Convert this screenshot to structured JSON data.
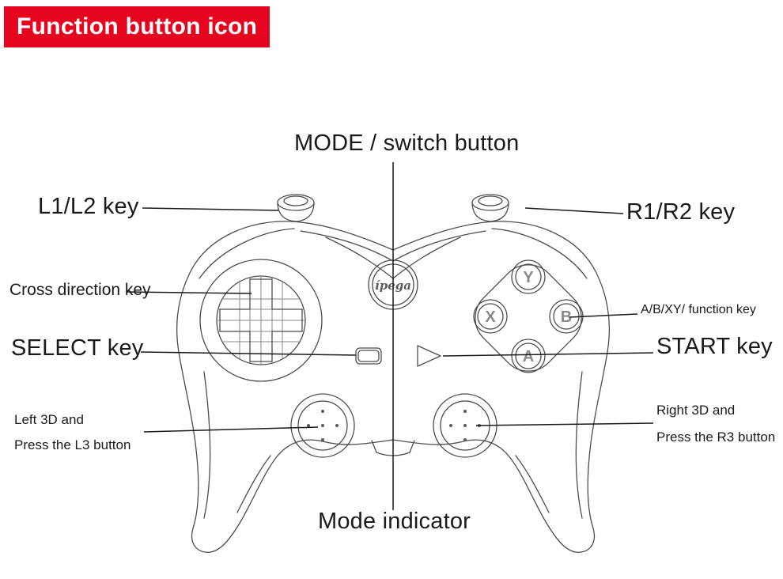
{
  "banner": {
    "label": "Function button icon",
    "bg": "#e6051f",
    "fg": "#ffffff"
  },
  "labels": {
    "mode": "MODE / switch button",
    "l1l2": "L1/L2 key",
    "r1r2": "R1/R2 key",
    "cross": "Cross direction key",
    "abxy": "A/B/XY/ function key",
    "select": "SELECT key",
    "start": "START key",
    "left3d_line1": "Left 3D and",
    "left3d_line2": "Press the L3 button",
    "right3d_line1": "Right 3D and",
    "right3d_line2": "Press the R3 button",
    "mode_indicator": "Mode indicator"
  },
  "controller": {
    "logo_text": "ípega",
    "button_top": "Y",
    "button_left": "X",
    "button_right": "B",
    "button_bottom": "A"
  },
  "colors": {
    "line_art": "#4d4d4d",
    "leader_line": "#1a1a1a",
    "text": "#1a1a1a",
    "banner_red": "#e6051f"
  }
}
